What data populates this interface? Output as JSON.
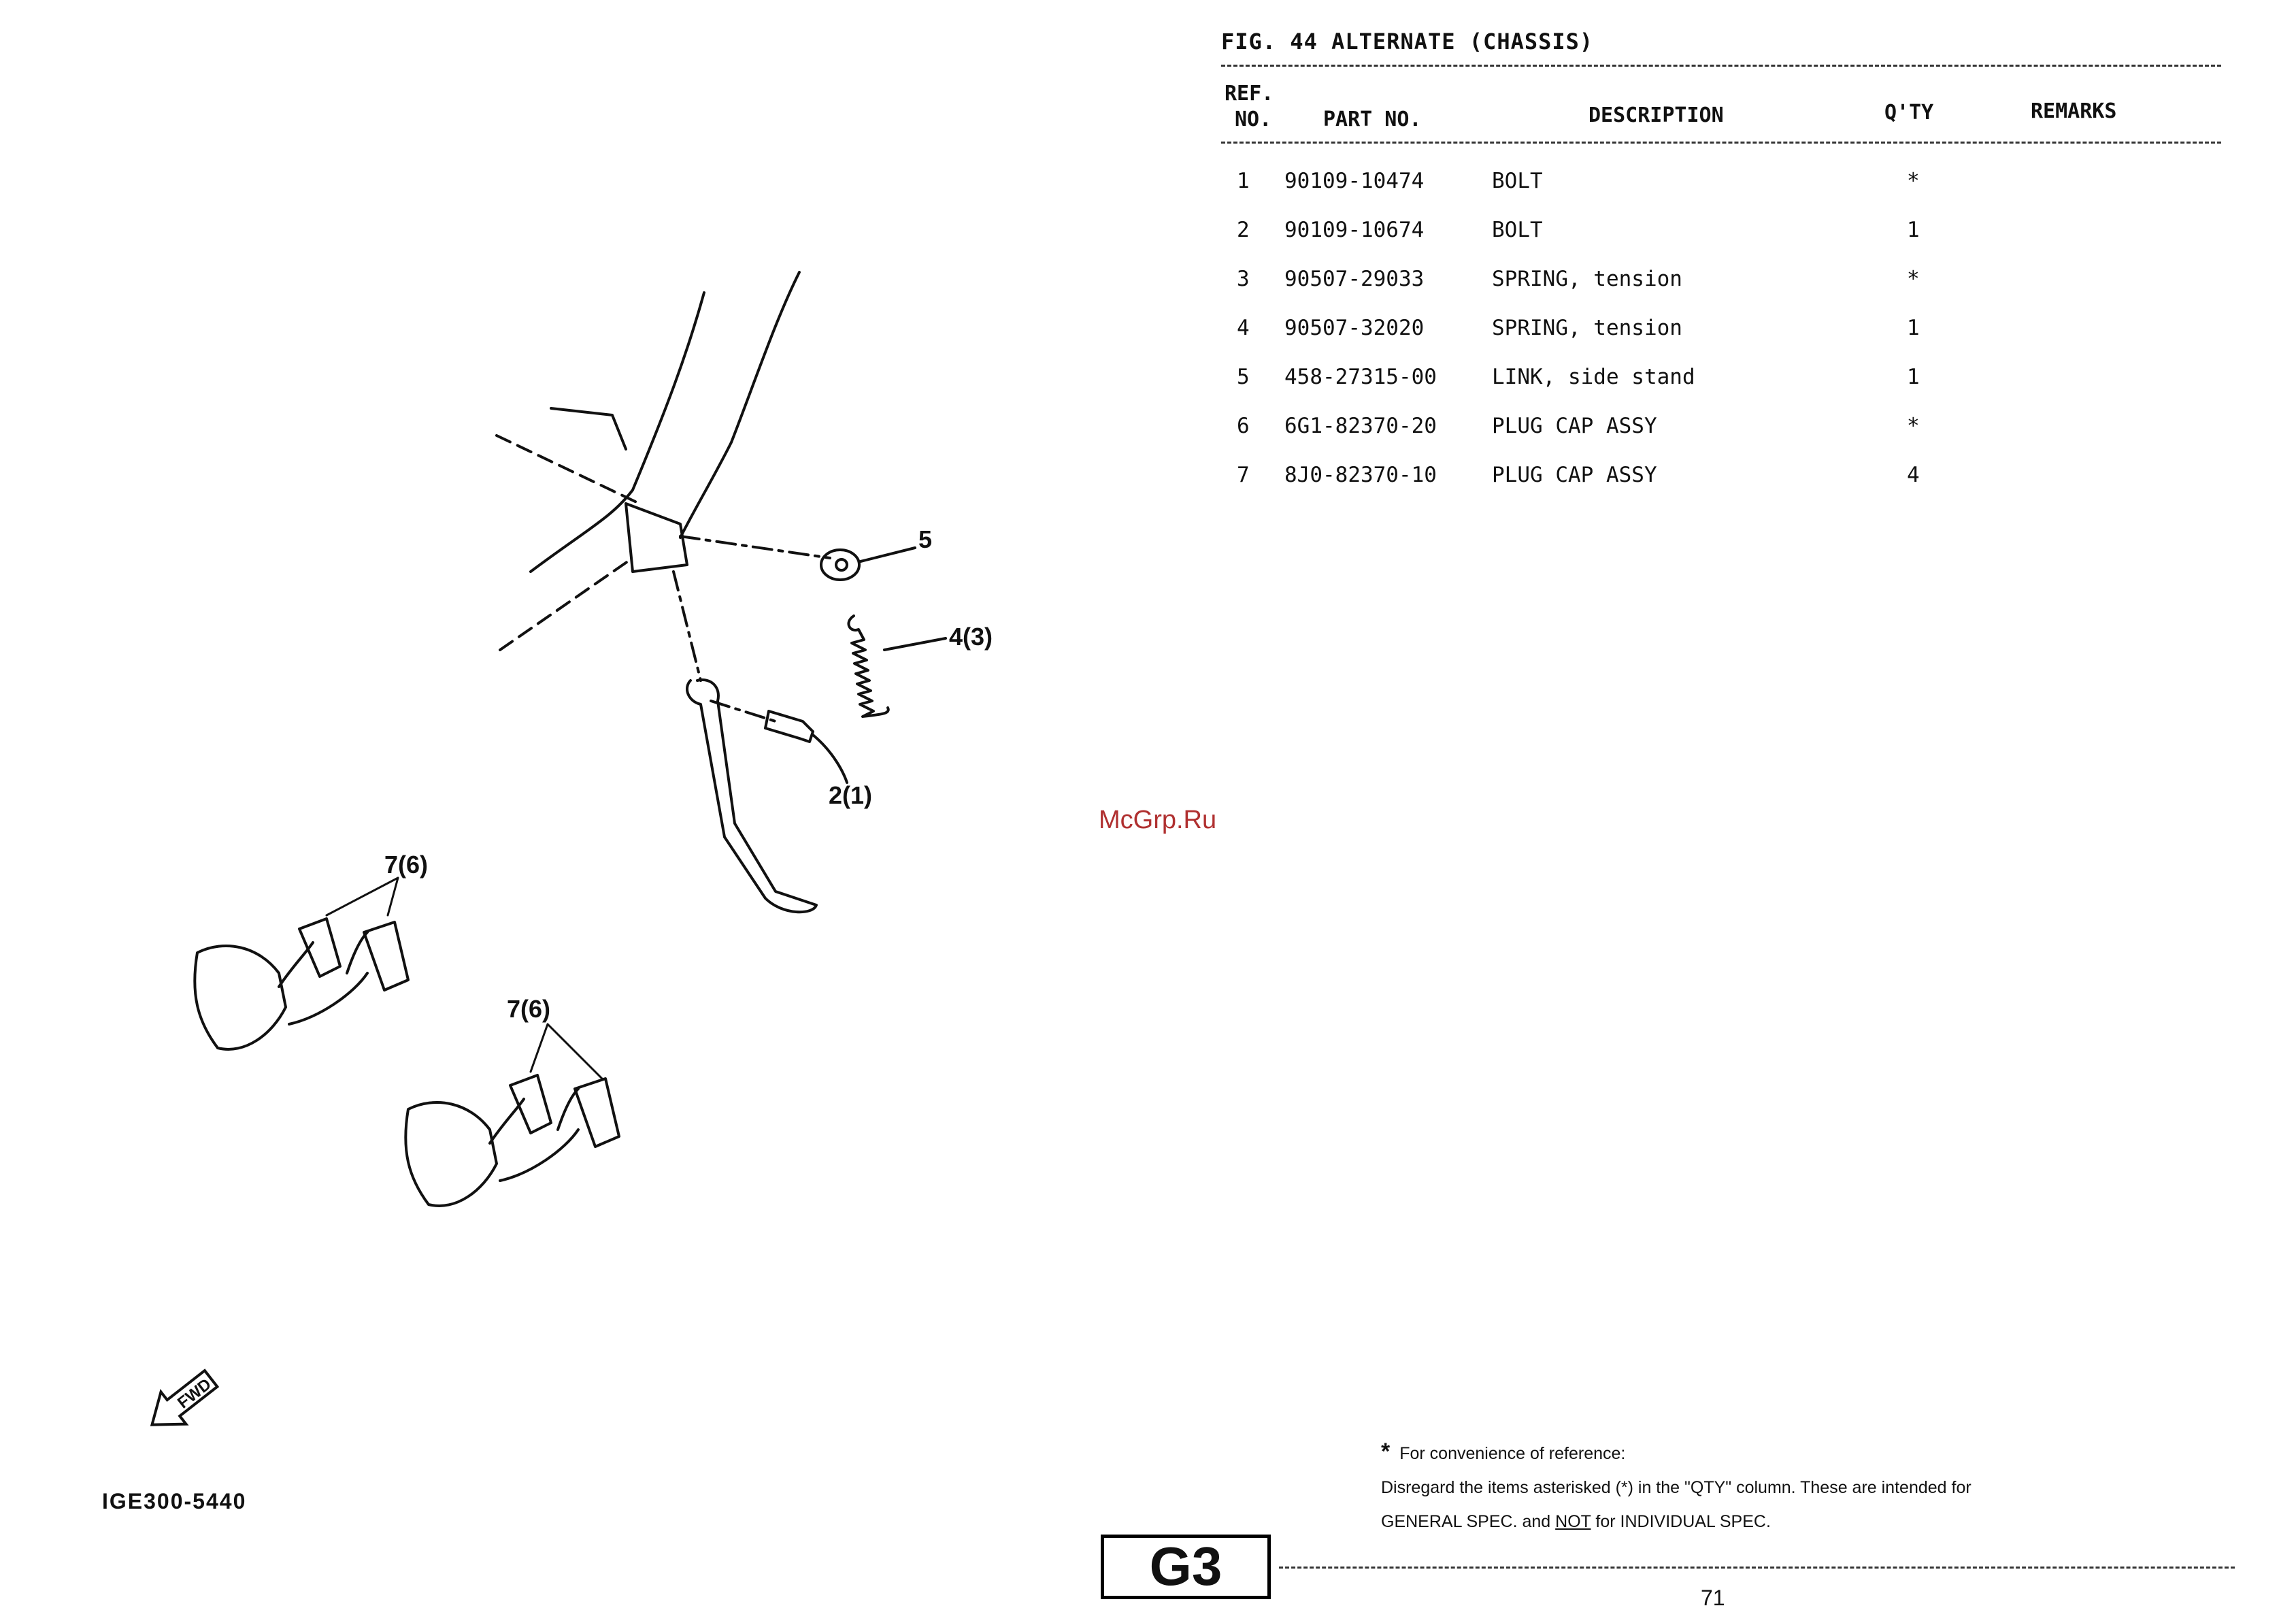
{
  "figure": {
    "title": "FIG. 44  ALTERNATE (CHASSIS)"
  },
  "table": {
    "headers": {
      "ref": "REF.",
      "ref2": "NO.",
      "part": "PART NO.",
      "desc": "DESCRIPTION",
      "qty": "Q'TY",
      "remarks": "REMARKS"
    },
    "rows": [
      {
        "ref": "1",
        "part": "90109-10474",
        "desc": "BOLT",
        "qty": "*"
      },
      {
        "ref": "2",
        "part": "90109-10674",
        "desc": "BOLT",
        "qty": "1"
      },
      {
        "ref": "3",
        "part": "90507-29033",
        "desc": "SPRING, tension",
        "qty": "*"
      },
      {
        "ref": "4",
        "part": "90507-32020",
        "desc": "SPRING, tension",
        "qty": "1"
      },
      {
        "ref": "5",
        "part": "458-27315-00",
        "desc": "LINK, side stand",
        "qty": "1"
      },
      {
        "ref": "6",
        "part": "6G1-82370-20",
        "desc": "PLUG CAP ASSY",
        "qty": "*"
      },
      {
        "ref": "7",
        "part": "8J0-82370-10",
        "desc": "PLUG CAP ASSY",
        "qty": "4"
      }
    ]
  },
  "note": {
    "line1": "For convenience of reference:",
    "line2": "Disregard the items asterisked (*) in the \"QTY\" column.  These are intended for",
    "line3a": "GENERAL SPEC. and ",
    "line3b": "NOT",
    "line3c": " for INDIVIDUAL SPEC."
  },
  "section_mark": "G3",
  "page_number": "71",
  "watermark": "McGrp.Ru",
  "ref_code": "IGE300-5440",
  "fwd_label": "FWD",
  "callouts": {
    "c5": "5",
    "c4": "4(3)",
    "c2": "2(1)",
    "c7a": "7(6)",
    "c7b": "7(6)"
  }
}
